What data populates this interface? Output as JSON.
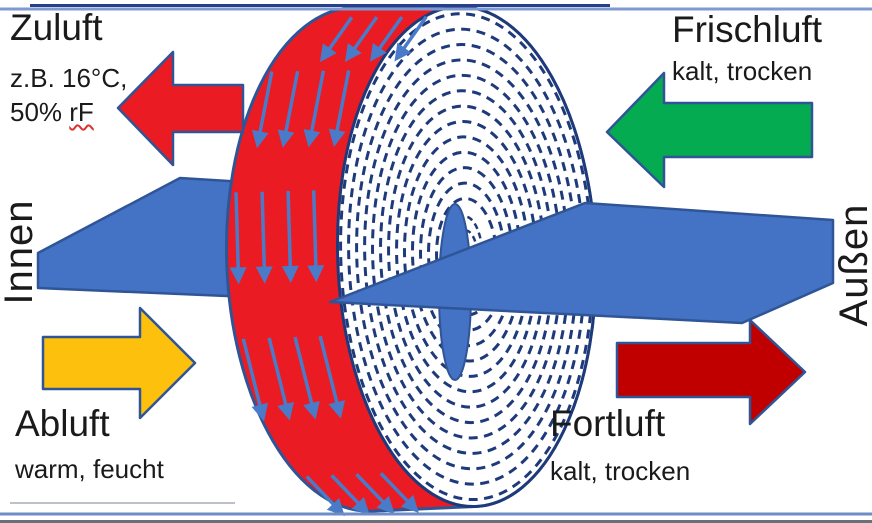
{
  "labels": {
    "zuluft": {
      "title": "Zuluft",
      "line1": "z.B. 16°C,",
      "line2_prefix": "50% ",
      "line2_flagged": "rF"
    },
    "frischluft": {
      "title": "Frischluft",
      "subtitle": "kalt, trocken"
    },
    "abluft": {
      "title": "Abluft",
      "subtitle": "warm, feucht"
    },
    "fortluft": {
      "title": "Fortluft",
      "subtitle": "kalt, trocken"
    },
    "innen": "Innen",
    "aussen": "Außen"
  },
  "colors": {
    "supply_red": "#EB1B23",
    "fresh_green": "#04AB51",
    "exhaust_orange": "#FDC10D",
    "extract_dark_red": "#C00000",
    "plane_blue": "#4472C4",
    "outline_navy": "#2F5597",
    "ring_navy": "#1E3A7A",
    "rotation_arrow_blue": "#4A7BC8",
    "text_black": "#1A1A1A",
    "misspell_red": "#E03131",
    "border_top_blue": "#7F9AD0",
    "border_top_dark": "#27408B",
    "border_bottom_blue": "#6E8CC6",
    "border_bottom_grey": "#6B7076",
    "artifact_grey": "#BDC1C9"
  }
}
